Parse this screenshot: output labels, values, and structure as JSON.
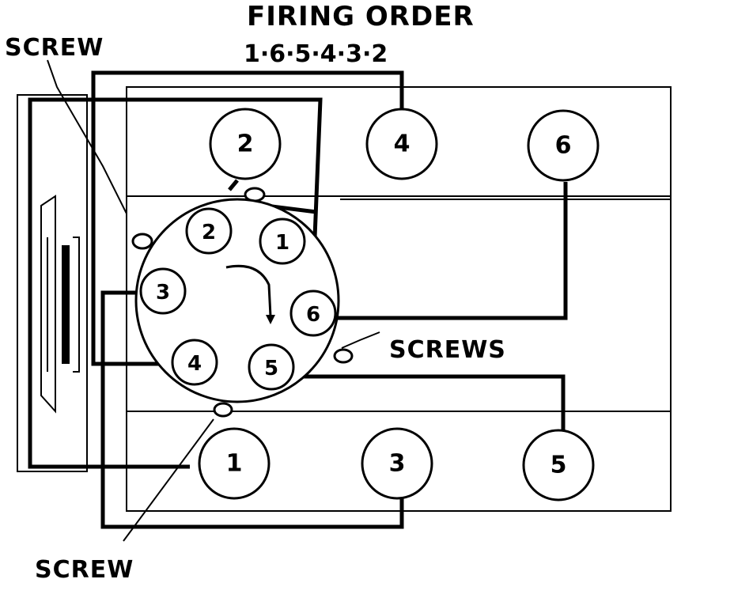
{
  "title": "FIRING ORDER",
  "firing_order": "1·6·5·4·3·2",
  "callouts": {
    "screw_top_left": "SCREW",
    "screws_right": "SCREWS",
    "screw_bottom": "SCREW"
  },
  "top_bank": [
    "2",
    "4",
    "6"
  ],
  "bottom_bank": [
    "1",
    "3",
    "5"
  ],
  "distributor_terminals": [
    "2",
    "1",
    "3",
    "6",
    "4",
    "5"
  ]
}
